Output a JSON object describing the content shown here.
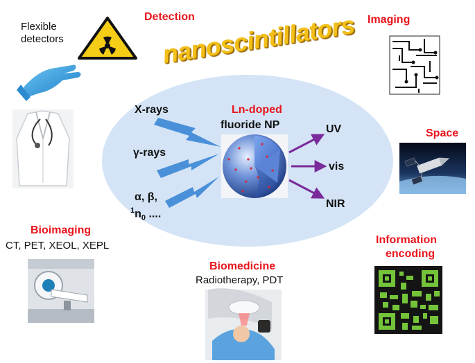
{
  "title": "nanoscintillators",
  "center": {
    "line1": "Ln-doped",
    "line2": "fluoride NP"
  },
  "inputs": {
    "xray": "X-rays",
    "gamma": "γ-rays",
    "alpha_beta": "α, β,",
    "neutron_sup": "1",
    "neutron_base": "n",
    "neutron_sub": "0",
    "neutron_dots": "...."
  },
  "outputs": {
    "uv": "UV",
    "vis": "vis",
    "nir": "NIR"
  },
  "applications": {
    "flexible_detectors": "Flexible\ndetectors",
    "detection": "Detection",
    "imaging": "Imaging",
    "space": "Space",
    "bioimaging": "Bioimaging",
    "bioimaging_methods": "CT, PET, XEOL, XEPL",
    "biomedicine": "Biomedicine",
    "biomedicine_methods": "Radiotherapy, PDT",
    "info_line1": "Information",
    "info_line2": "encoding"
  },
  "colors": {
    "accent_red": "#e8141c",
    "ellipse": "#d4e4f6",
    "bolt": "#4a90d9",
    "arrow": "#7a2a9a",
    "title_gold": "#f3c019"
  }
}
